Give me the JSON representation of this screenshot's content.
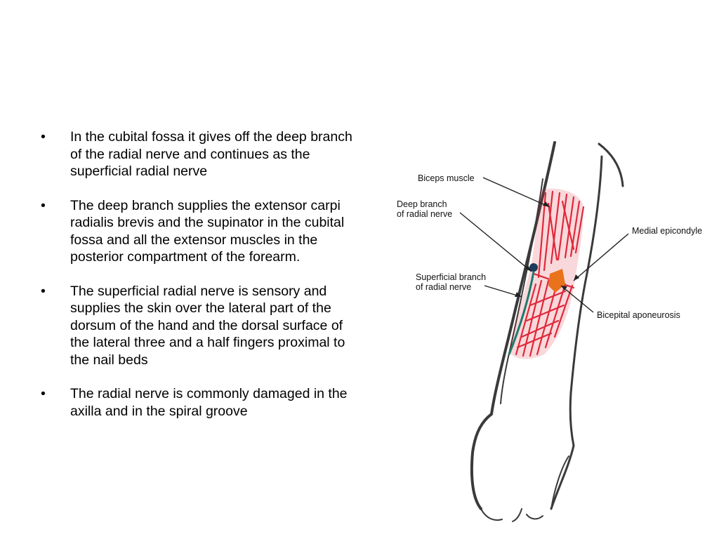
{
  "bullets": [
    {
      "text": "In the cubital fossa it gives off the deep branch of the radial nerve and continues as the superficial radial nerve"
    },
    {
      "text": "The deep branch supplies the extensor carpi radialis brevis and the supinator in the cubital fossa and all the extensor muscles in the posterior compartment of the forearm."
    },
    {
      "text": "The superficial radial nerve is sensory and supplies the skin over the lateral part of the dorsum of the hand and the dorsal surface of the lateral three and a half fingers proximal to the nail beds"
    },
    {
      "text": "The radial nerve is commonly damaged in the axilla and in the spiral groove"
    }
  ],
  "bullet_symbol": "•",
  "figure": {
    "labels": {
      "biceps_muscle": "Biceps muscle",
      "deep_branch_line1": "Deep branch",
      "deep_branch_line2": "of radial nerve",
      "medial_epicondyle": "Medial epicondyle",
      "superficial_branch_line1": "Superficial branch",
      "superficial_branch_line2": "of radial nerve",
      "bicipital_aponeurosis": "Bicepital aponeurosis"
    },
    "colors": {
      "muscle": "#e0283a",
      "aponeurosis": "#e8731c",
      "nerve_deep": "#1a3d5c",
      "nerve_superficial": "#1c7a6a",
      "outline": "#3a3a3a"
    }
  }
}
